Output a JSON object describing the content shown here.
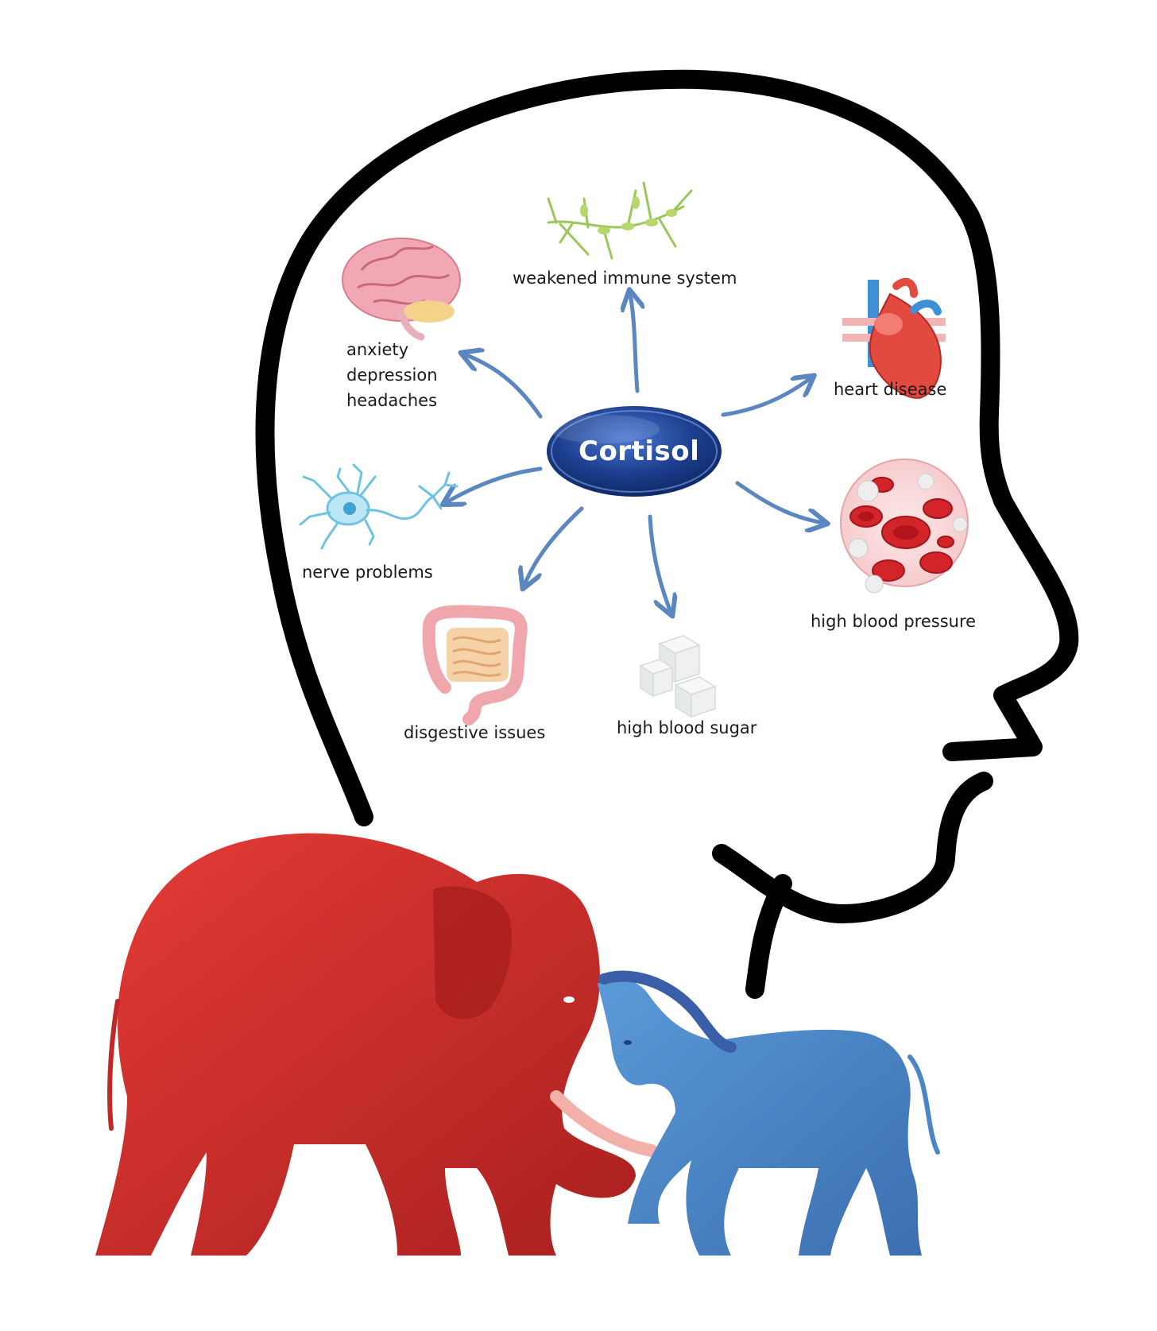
{
  "diagram": {
    "center": {
      "label": "Cortisol",
      "color": "#1d3f8f"
    },
    "effects": [
      {
        "icon": "brain-icon",
        "lines": [
          "anxiety",
          "depression",
          "headaches"
        ]
      },
      {
        "icon": "immune-cells-icon",
        "lines": [
          "weakened immune system"
        ]
      },
      {
        "icon": "heart-icon",
        "lines": [
          "heart disease"
        ]
      },
      {
        "icon": "blood-cells-icon",
        "lines": [
          "high blood pressure"
        ]
      },
      {
        "icon": "sugar-cubes-icon",
        "lines": [
          "high blood sugar"
        ]
      },
      {
        "icon": "intestines-icon",
        "lines": [
          "disgestive issues"
        ]
      },
      {
        "icon": "neuron-icon",
        "lines": [
          "nerve problems"
        ]
      }
    ],
    "arrow_color": "#5b87c0",
    "head_outline_color": "#000000"
  },
  "figures": [
    {
      "icon": "red-elephant-icon",
      "color": "#d8302e"
    },
    {
      "icon": "blue-donkey-icon",
      "color": "#4a86c8"
    }
  ]
}
